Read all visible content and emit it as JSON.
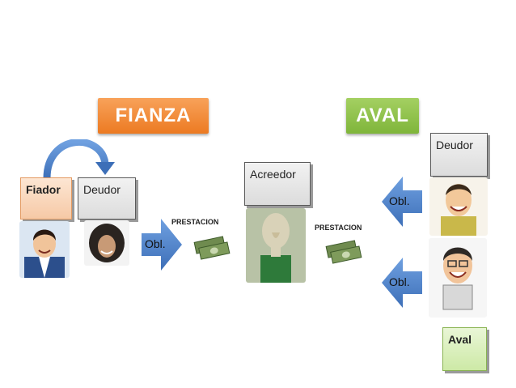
{
  "titles": {
    "fianza": "FIANZA",
    "aval": "AVAL"
  },
  "left_side": {
    "fiador": "Fiador",
    "deudor": "Deudor",
    "obligation": "Obl.",
    "prestacion": "PRESTACION"
  },
  "center": {
    "acreedor": "Acreedor"
  },
  "right_side": {
    "deudor": "Deudor",
    "obligation_top": "Obl.",
    "obligation_bottom": "Obl.",
    "prestacion": "PRESTACION",
    "aval": "Aval"
  },
  "colors": {
    "fianza": "#ec7a22",
    "aval": "#7fb53a",
    "arrow": "#4a7fc7",
    "money": "#6f8b4f"
  },
  "icons": {
    "money": "money-stack-icon",
    "curved_arrow": "curved-arrow-icon"
  }
}
